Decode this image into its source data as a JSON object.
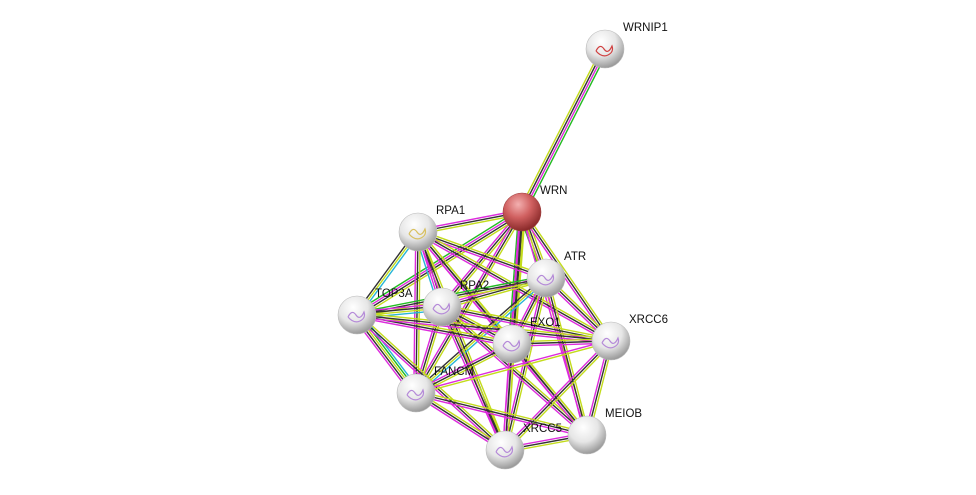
{
  "colors": {
    "query_node": "#c85a5a",
    "node": "#e8e8e8",
    "yellow": "#c3dc1c",
    "magenta": "#dd2bdd",
    "black": "#333333",
    "green": "#22bb22",
    "cyan": "#28b5d6"
  },
  "nodes": [
    {
      "id": "WRNIP1",
      "label": "WRNIP1",
      "query": false
    },
    {
      "id": "WRN",
      "label": "WRN",
      "query": true
    },
    {
      "id": "RPA1",
      "label": "RPA1",
      "query": false
    },
    {
      "id": "ATR",
      "label": "ATR",
      "query": false
    },
    {
      "id": "RPA2",
      "label": "RPA2",
      "query": false
    },
    {
      "id": "TOP3A",
      "label": "TOP3A",
      "query": false
    },
    {
      "id": "EXO1",
      "label": "EXO1",
      "query": false
    },
    {
      "id": "XRCC6",
      "label": "XRCC6",
      "query": false
    },
    {
      "id": "FANCM",
      "label": "FANCM",
      "query": false
    },
    {
      "id": "MEIOB",
      "label": "MEIOB",
      "query": false
    },
    {
      "id": "XRCC5",
      "label": "XRCC5",
      "query": false
    }
  ],
  "edges": [
    {
      "a": "WRN",
      "b": "WRNIP1",
      "evidence": [
        "yellow",
        "black",
        "magenta",
        "green"
      ]
    },
    {
      "a": "WRN",
      "b": "RPA1",
      "evidence": [
        "yellow",
        "black",
        "magenta"
      ]
    },
    {
      "a": "WRN",
      "b": "ATR",
      "evidence": [
        "yellow",
        "black",
        "magenta",
        "green"
      ]
    },
    {
      "a": "WRN",
      "b": "RPA2",
      "evidence": [
        "yellow",
        "black",
        "magenta"
      ]
    },
    {
      "a": "WRN",
      "b": "TOP3A",
      "evidence": [
        "yellow",
        "black",
        "magenta",
        "green"
      ]
    },
    {
      "a": "WRN",
      "b": "EXO1",
      "evidence": [
        "yellow",
        "black",
        "magenta",
        "green"
      ]
    },
    {
      "a": "WRN",
      "b": "XRCC6",
      "evidence": [
        "yellow",
        "black",
        "magenta"
      ]
    },
    {
      "a": "WRN",
      "b": "FANCM",
      "evidence": [
        "yellow",
        "black",
        "magenta"
      ]
    },
    {
      "a": "WRN",
      "b": "MEIOB",
      "evidence": [
        "yellow",
        "magenta"
      ]
    },
    {
      "a": "WRN",
      "b": "XRCC5",
      "evidence": [
        "yellow",
        "black",
        "magenta"
      ]
    },
    {
      "a": "RPA1",
      "b": "ATR",
      "evidence": [
        "yellow",
        "black",
        "magenta"
      ]
    },
    {
      "a": "RPA1",
      "b": "RPA2",
      "evidence": [
        "yellow",
        "black",
        "magenta",
        "cyan"
      ]
    },
    {
      "a": "RPA1",
      "b": "TOP3A",
      "evidence": [
        "cyan",
        "yellow",
        "black"
      ]
    },
    {
      "a": "RPA1",
      "b": "EXO1",
      "evidence": [
        "yellow",
        "black",
        "magenta"
      ]
    },
    {
      "a": "RPA1",
      "b": "XRCC6",
      "evidence": [
        "yellow",
        "black",
        "magenta"
      ]
    },
    {
      "a": "RPA1",
      "b": "FANCM",
      "evidence": [
        "yellow",
        "black",
        "magenta"
      ]
    },
    {
      "a": "RPA1",
      "b": "MEIOB",
      "evidence": [
        "yellow",
        "black",
        "magenta"
      ]
    },
    {
      "a": "RPA1",
      "b": "XRCC5",
      "evidence": [
        "yellow",
        "black",
        "magenta"
      ]
    },
    {
      "a": "ATR",
      "b": "RPA2",
      "evidence": [
        "yellow",
        "black",
        "magenta"
      ]
    },
    {
      "a": "ATR",
      "b": "TOP3A",
      "evidence": [
        "yellow",
        "black",
        "green"
      ]
    },
    {
      "a": "ATR",
      "b": "EXO1",
      "evidence": [
        "yellow",
        "black",
        "magenta"
      ]
    },
    {
      "a": "ATR",
      "b": "XRCC6",
      "evidence": [
        "yellow",
        "black",
        "magenta"
      ]
    },
    {
      "a": "ATR",
      "b": "FANCM",
      "evidence": [
        "cyan",
        "yellow",
        "black"
      ]
    },
    {
      "a": "ATR",
      "b": "MEIOB",
      "evidence": [
        "yellow",
        "black",
        "magenta"
      ]
    },
    {
      "a": "ATR",
      "b": "XRCC5",
      "evidence": [
        "yellow",
        "black",
        "magenta"
      ]
    },
    {
      "a": "RPA2",
      "b": "TOP3A",
      "evidence": [
        "cyan",
        "yellow",
        "black",
        "magenta"
      ]
    },
    {
      "a": "RPA2",
      "b": "EXO1",
      "evidence": [
        "yellow",
        "black",
        "magenta"
      ]
    },
    {
      "a": "RPA2",
      "b": "XRCC6",
      "evidence": [
        "yellow",
        "black",
        "magenta"
      ]
    },
    {
      "a": "RPA2",
      "b": "FANCM",
      "evidence": [
        "yellow",
        "black",
        "magenta"
      ]
    },
    {
      "a": "RPA2",
      "b": "MEIOB",
      "evidence": [
        "yellow",
        "black",
        "magenta"
      ]
    },
    {
      "a": "RPA2",
      "b": "XRCC5",
      "evidence": [
        "yellow",
        "black",
        "magenta"
      ]
    },
    {
      "a": "TOP3A",
      "b": "EXO1",
      "evidence": [
        "yellow",
        "black",
        "magenta"
      ]
    },
    {
      "a": "TOP3A",
      "b": "XRCC6",
      "evidence": [
        "yellow",
        "black",
        "magenta"
      ]
    },
    {
      "a": "TOP3A",
      "b": "FANCM",
      "evidence": [
        "cyan",
        "green",
        "yellow",
        "black",
        "magenta"
      ]
    },
    {
      "a": "TOP3A",
      "b": "XRCC5",
      "evidence": [
        "yellow",
        "black",
        "magenta"
      ]
    },
    {
      "a": "EXO1",
      "b": "XRCC6",
      "evidence": [
        "yellow",
        "black",
        "magenta"
      ]
    },
    {
      "a": "EXO1",
      "b": "FANCM",
      "evidence": [
        "yellow",
        "black",
        "magenta"
      ]
    },
    {
      "a": "EXO1",
      "b": "MEIOB",
      "evidence": [
        "yellow",
        "black",
        "magenta"
      ]
    },
    {
      "a": "EXO1",
      "b": "XRCC5",
      "evidence": [
        "yellow",
        "black",
        "magenta"
      ]
    },
    {
      "a": "XRCC6",
      "b": "FANCM",
      "evidence": [
        "yellow",
        "magenta"
      ]
    },
    {
      "a": "XRCC6",
      "b": "MEIOB",
      "evidence": [
        "yellow",
        "black",
        "magenta"
      ]
    },
    {
      "a": "XRCC6",
      "b": "XRCC5",
      "evidence": [
        "yellow",
        "black",
        "magenta"
      ]
    },
    {
      "a": "FANCM",
      "b": "MEIOB",
      "evidence": [
        "yellow",
        "black",
        "magenta"
      ]
    },
    {
      "a": "FANCM",
      "b": "XRCC5",
      "evidence": [
        "yellow",
        "black",
        "magenta"
      ]
    },
    {
      "a": "MEIOB",
      "b": "XRCC5",
      "evidence": [
        "yellow",
        "black",
        "magenta"
      ]
    }
  ]
}
